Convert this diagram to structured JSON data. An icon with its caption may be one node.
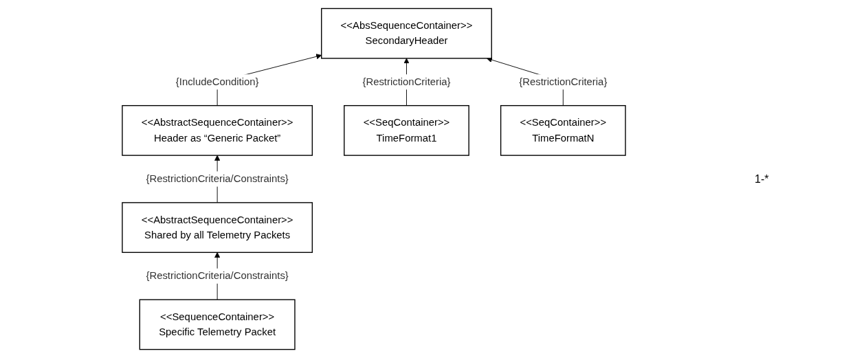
{
  "diagram": {
    "nodes": [
      {
        "text": [
          "<<AbstractSequenceContainer>>",
          "Header as “Generic Packet”"
        ]
      },
      {
        "text": [
          "<<AbsSequenceContainer>>",
          "SecondaryHeader"
        ]
      },
      {
        "text": [
          "<<AbstractSequenceContainer>>",
          "Shared by all Telemetry Packets"
        ]
      },
      {
        "text": [
          "<<SeqContainer>>",
          "TimeFormat1"
        ]
      },
      {
        "text": [
          "<<SeqContainer>>",
          "TimeFormatN"
        ]
      },
      {
        "text": [
          "<<SequenceContainer>>",
          "Specific Telemetry Packet"
        ]
      }
    ],
    "edges": [
      {
        "from": 0,
        "to": 1,
        "arrow": "to",
        "label": "{IncludeCondition}"
      },
      {
        "from": 2,
        "to": 0,
        "arrow": "to",
        "label": "{RestrictionCriteria/Constraints}"
      },
      {
        "from": 3,
        "to": 1,
        "arrow": "to",
        "label": "{RestrictionCriteria}"
      },
      {
        "from": 4,
        "to": 1,
        "arrow": "to",
        "label": "{RestrictionCriteria}"
      },
      {
        "from": 5,
        "to": 2,
        "arrow": "to",
        "label": "{RestrictionCriteria/Constraints}"
      }
    ],
    "labels": [
      "1-*"
    ]
  }
}
